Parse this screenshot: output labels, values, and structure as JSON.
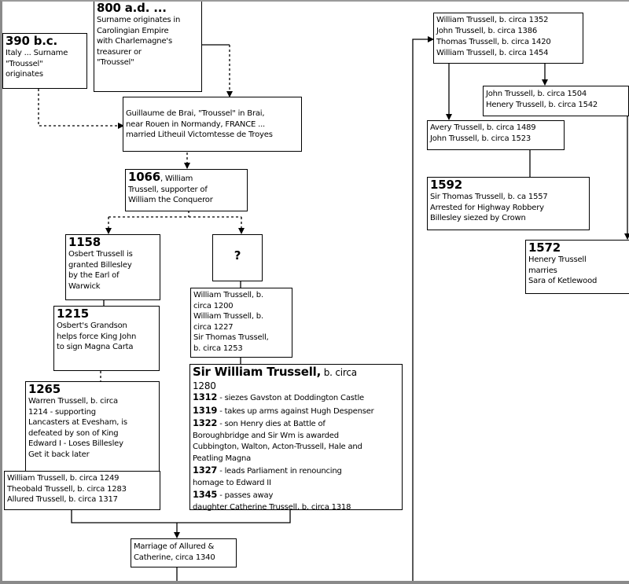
{
  "boxes": {
    "bc390": {
      "title": "390 b.c.",
      "lines": [
        "Italy ... Surname",
        "\"Troussel\"",
        "originates"
      ]
    },
    "ad800": {
      "title": "800 a.d. ...",
      "lines": [
        "Surname originates in",
        "Carolingian Empire",
        "with Charlemagne's",
        "treasurer  or",
        "\"Troussel\""
      ]
    },
    "guillaume": {
      "lines": [
        "Guillaume de Brai, \"Troussel\" in Brai,",
        "near Rouen in Normandy, FRANCE ...",
        "married Litheuil Victomtesse de Troyes"
      ]
    },
    "y1066": {
      "title": "1066",
      "title_rest": ", William",
      "lines": [
        "Trussell, supporter of",
        "William the Conqueror"
      ]
    },
    "y1158": {
      "title": "1158",
      "lines": [
        "Osbert Trussell is",
        "granted Billesley",
        "by the Earl of",
        "Warwick"
      ]
    },
    "unknown": {
      "title": "?"
    },
    "y1215": {
      "title": "1215",
      "lines": [
        "Osbert's Grandson",
        "helps force King John",
        "to sign Magna Carta"
      ]
    },
    "y1265": {
      "title": "1265",
      "lines": [
        "Warren Trussell, b. circa",
        "1214 -  supporting",
        "Lancasters at Evesham, is",
        "defeated by son of King",
        "Edward I - Loses Billesley",
        "Get it back later"
      ]
    },
    "w1249": {
      "lines": [
        "William Trussell, b. circa 1249",
        "Theobald Trussell, b. circa 1283",
        "Allured Trussell, b. circa 1317"
      ]
    },
    "w1200": {
      "lines": [
        "William Trussell, b.",
        "circa 1200",
        "William Trussell, b.",
        "circa 1227",
        "Sir Thomas Trussell,",
        "b.  circa 1253"
      ]
    },
    "sirwilliam": {
      "title": "Sir William Trussell,",
      "title_rest": " b. circa",
      "birth": "1280",
      "events": [
        {
          "year": "1312",
          "text": " - siezes Gavston at Doddington Castle"
        },
        {
          "year": "1319",
          "text": " - takes up arms against Hugh Despenser"
        },
        {
          "year": "1322",
          "text": " - son Henry dies at  Battle of"
        }
      ],
      "cont1": [
        "Boroughbridge and Sir Wm is awarded",
        "Cubbington, Walton, Acton-Trussell, Hale and",
        "Peatling Magna"
      ],
      "event1327": {
        "year": "1327",
        "text": " - leads Parliament in renouncing"
      },
      "cont2": "homage to Edward II",
      "event1345": {
        "year": "1345",
        "text": " - passes away"
      },
      "daughter": "daughter Catherine Trussell, b. circa 1318"
    },
    "marriage": {
      "lines": [
        "Marriage of Allured &",
        "Catherine, circa 1340"
      ]
    },
    "w1352": {
      "lines": [
        "William Trussell, b. circa 1352",
        "John Trussell, b. circa 1386",
        "Thomas Trussell, b. circa 1420",
        "William Trussell, b. circa 1454"
      ]
    },
    "j1504": {
      "lines": [
        "John Trussell, b. circa 1504",
        "Henery Trussell, b. circa 1542"
      ]
    },
    "avery": {
      "lines": [
        "Avery Trussell, b. circa 1489",
        "John Trussell, b. circa 1523"
      ]
    },
    "y1592": {
      "title": "1592",
      "lines": [
        "Sir Thomas Trussell, b. ca 1557",
        "Arrested for Highway Robbery",
        "Billesley siezed by Crown"
      ]
    },
    "y1572": {
      "title": "1572",
      "lines": [
        "Henery Trussell",
        "marries",
        "Sara of Ketlewood"
      ]
    }
  }
}
